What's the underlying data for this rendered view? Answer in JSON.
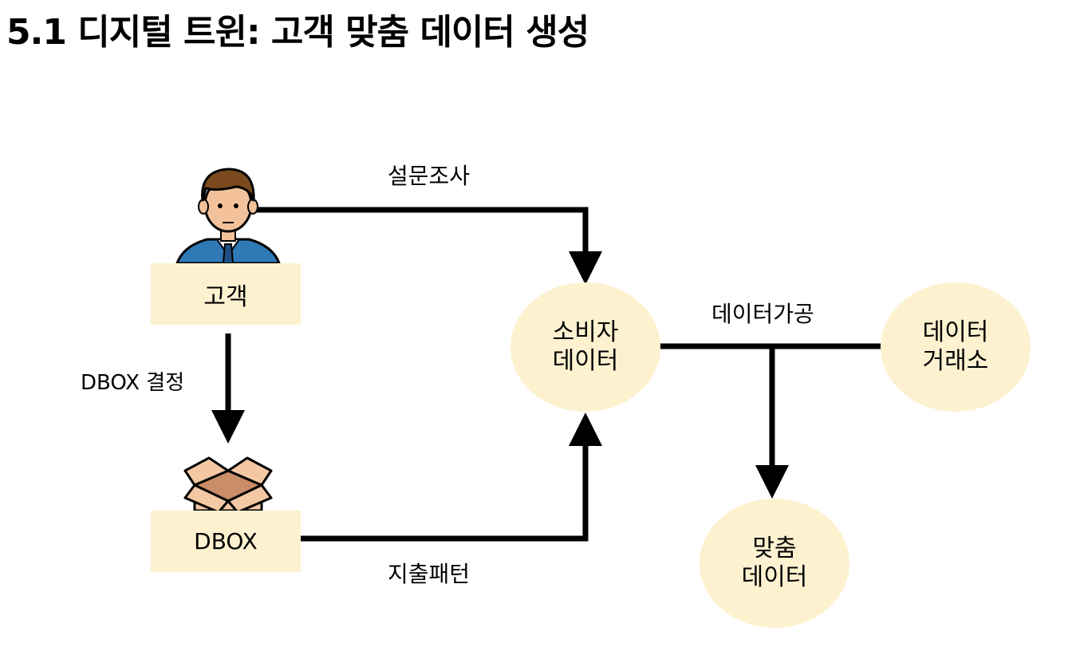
{
  "title": "5.1 디지털 트윈: 고객 맞춤 데이터 생성",
  "nodes": {
    "customer": "고객",
    "dbox": "DBOX",
    "consumer_data": {
      "line1": "소비자",
      "line2": "데이터"
    },
    "data_exchange": {
      "line1": "데이터",
      "line2": "거래소"
    },
    "custom_data": {
      "line1": "맞춤",
      "line2": "데이터"
    }
  },
  "edges": {
    "survey": "설문조사",
    "dbox_decision": "DBOX 결정",
    "spending_pattern": "지출패턴",
    "data_processing": "데이터가공"
  },
  "icons": {
    "person": "businessman-icon",
    "box": "open-box-icon"
  },
  "colors": {
    "node_fill": "#fdf1d0",
    "line": "#000000"
  }
}
